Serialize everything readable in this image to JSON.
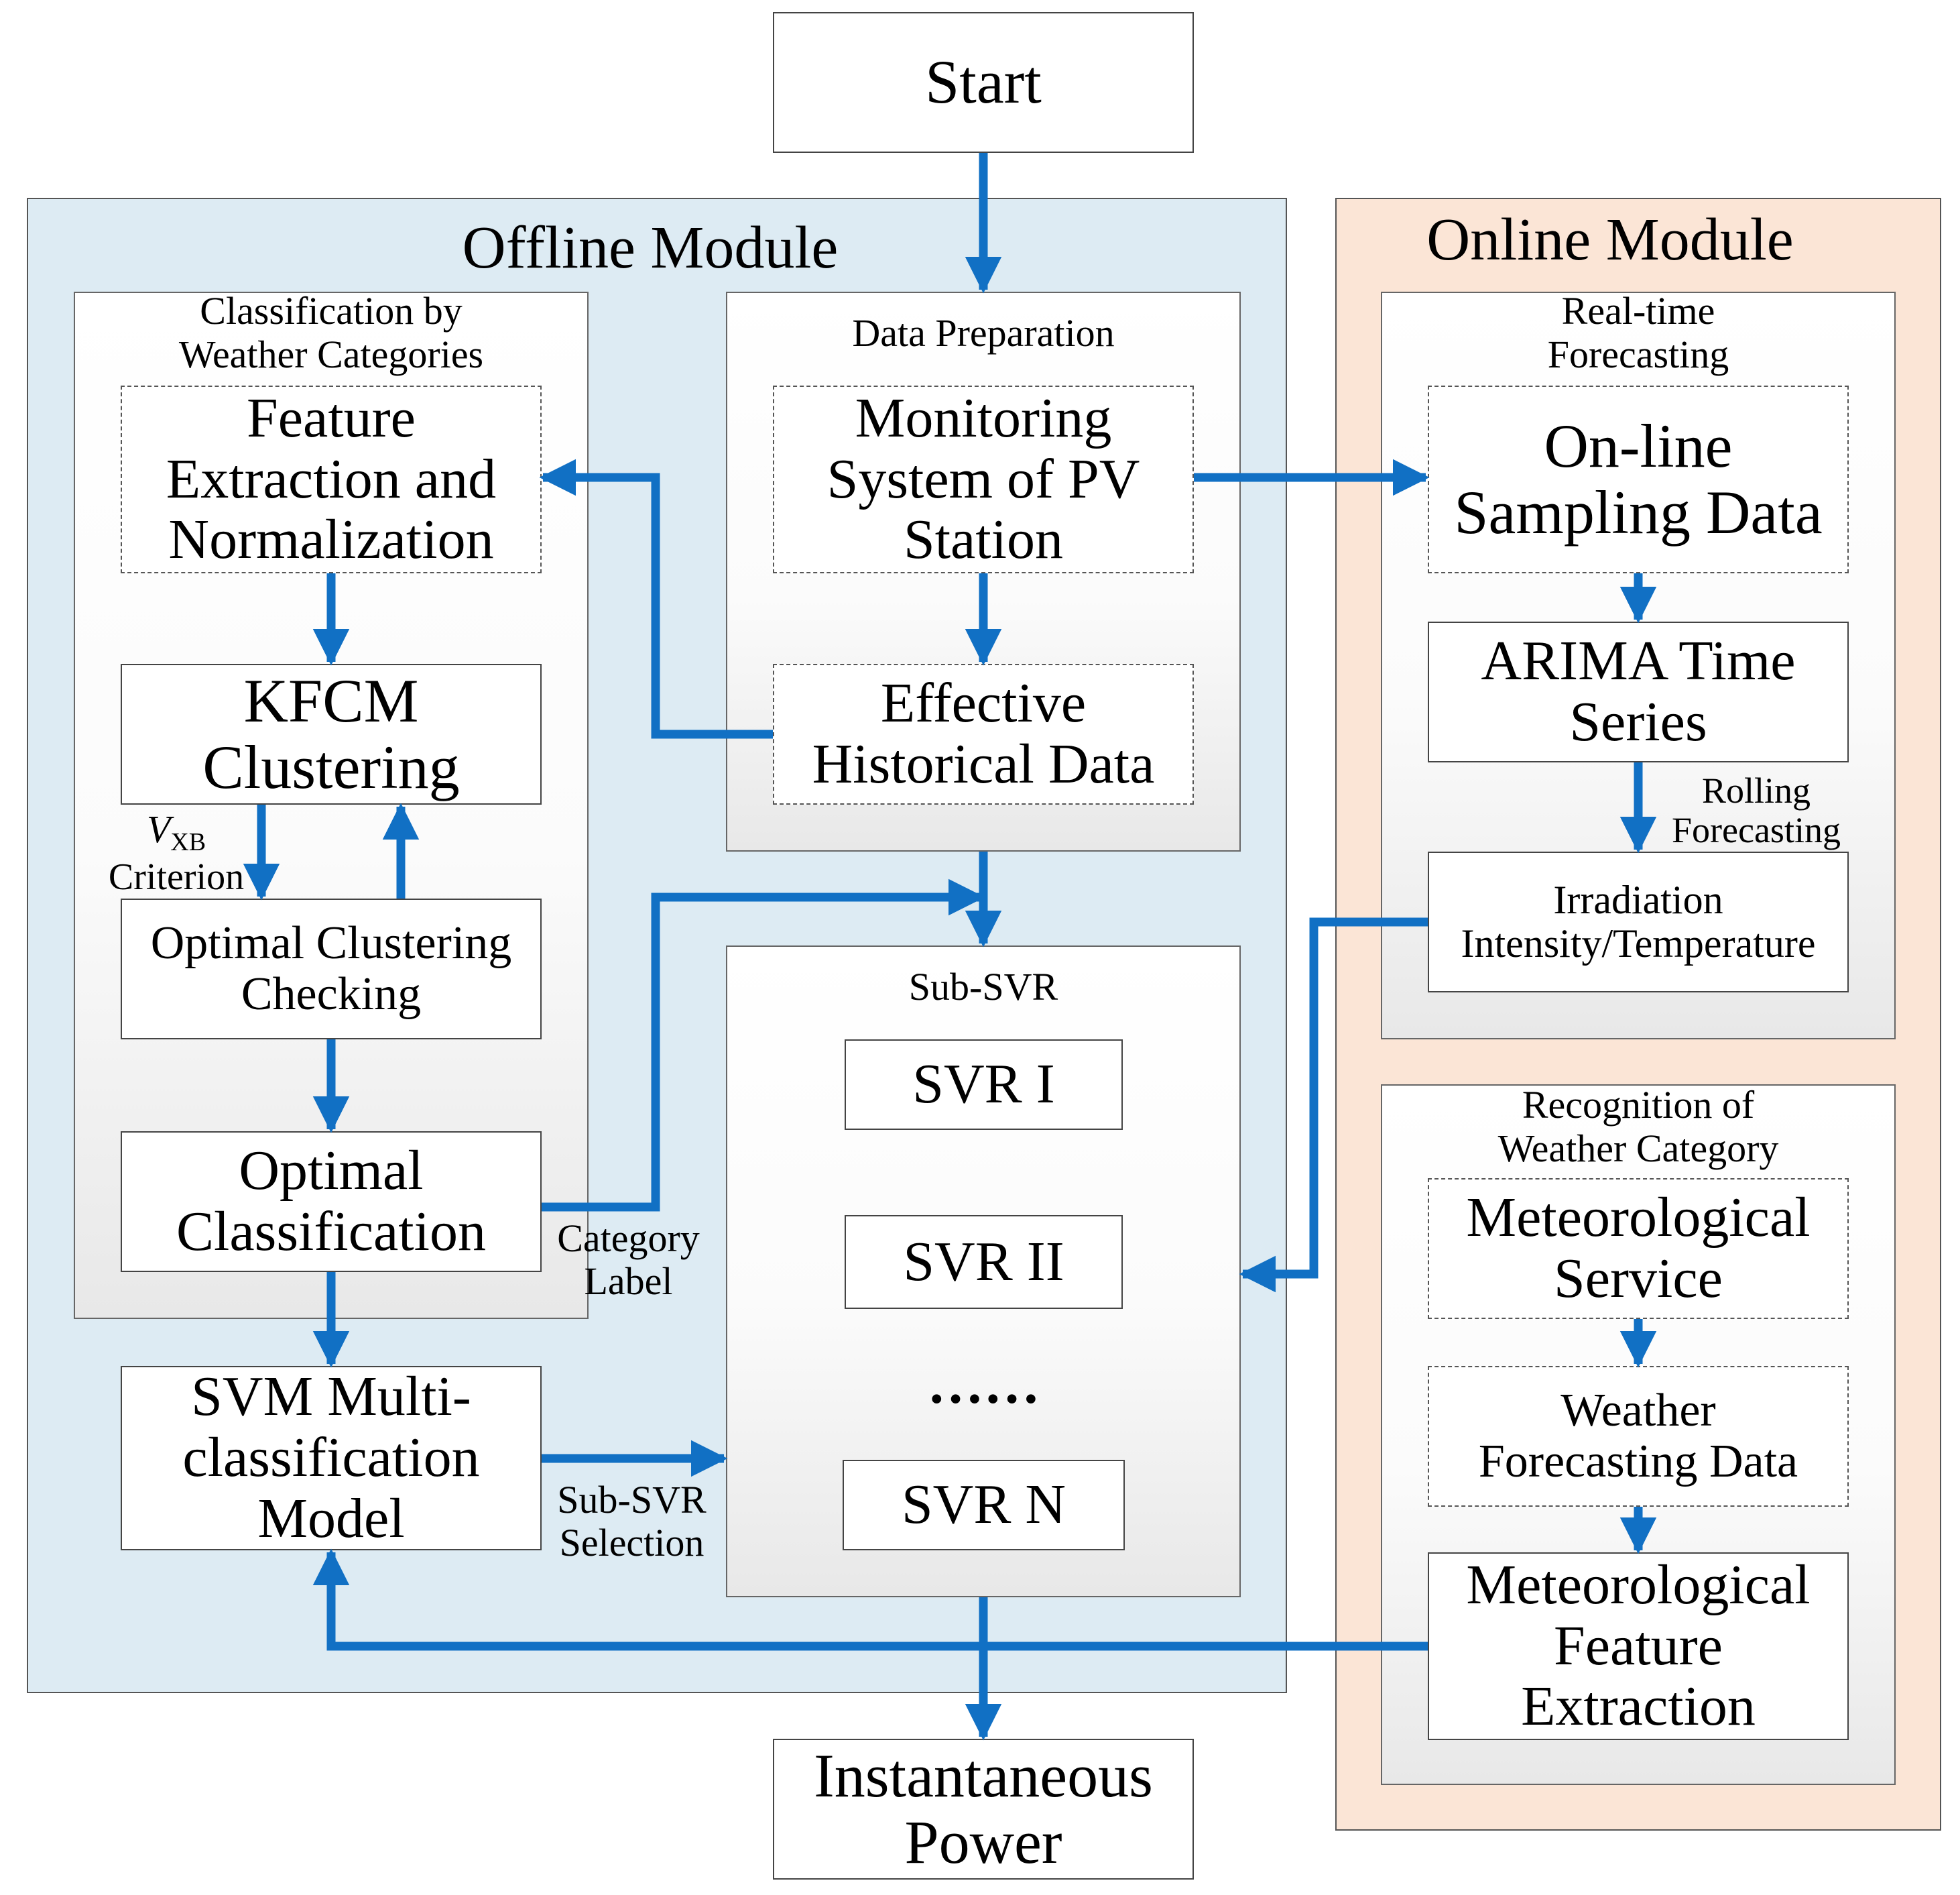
{
  "start": "Start",
  "end": "Instantaneous\nPower",
  "offline": {
    "title": "Offline Module",
    "classification": {
      "title": "Classification by\nWeather Categories",
      "feature": "Feature\nExtraction and\nNormalization",
      "kfcm": "KFCM\nClustering",
      "criterion_v": "V",
      "criterion_sub": "XB",
      "criterion_word": "Criterion",
      "checking": "Optimal Clustering\nChecking",
      "optimal": "Optimal\nClassification"
    },
    "svm": "SVM Multi-\nclassification\nModel",
    "category_label": "Category\nLabel",
    "sub_svr_selection": "Sub-SVR\nSelection",
    "data_prep": {
      "title": "Data Preparation",
      "monitoring": "Monitoring\nSystem of PV\nStation",
      "historical": "Effective\nHistorical Data"
    },
    "sub_svr": {
      "title": "Sub-SVR",
      "svr1": "SVR I",
      "svr2": "SVR II",
      "dots": "……",
      "svrn": "SVR N"
    }
  },
  "online": {
    "title": "Online Module",
    "realtime": {
      "title": "Real-time\nForecasting",
      "sampling": "On-line\nSampling Data",
      "arima": "ARIMA Time\nSeries",
      "rolling": "Rolling\nForecasting",
      "irradiation": "Irradiation\nIntensity/Temperature"
    },
    "recognition": {
      "title": "Recognition of\nWeather Category",
      "met_service": "Meteorological\nService",
      "weather_data": "Weather\nForecasting Data",
      "met_feature": "Meteorological\nFeature\nExtraction"
    }
  },
  "colors": {
    "arrow": "#1170c4",
    "offline_bg": "#ddebf3",
    "online_bg": "#fbe5d6"
  }
}
